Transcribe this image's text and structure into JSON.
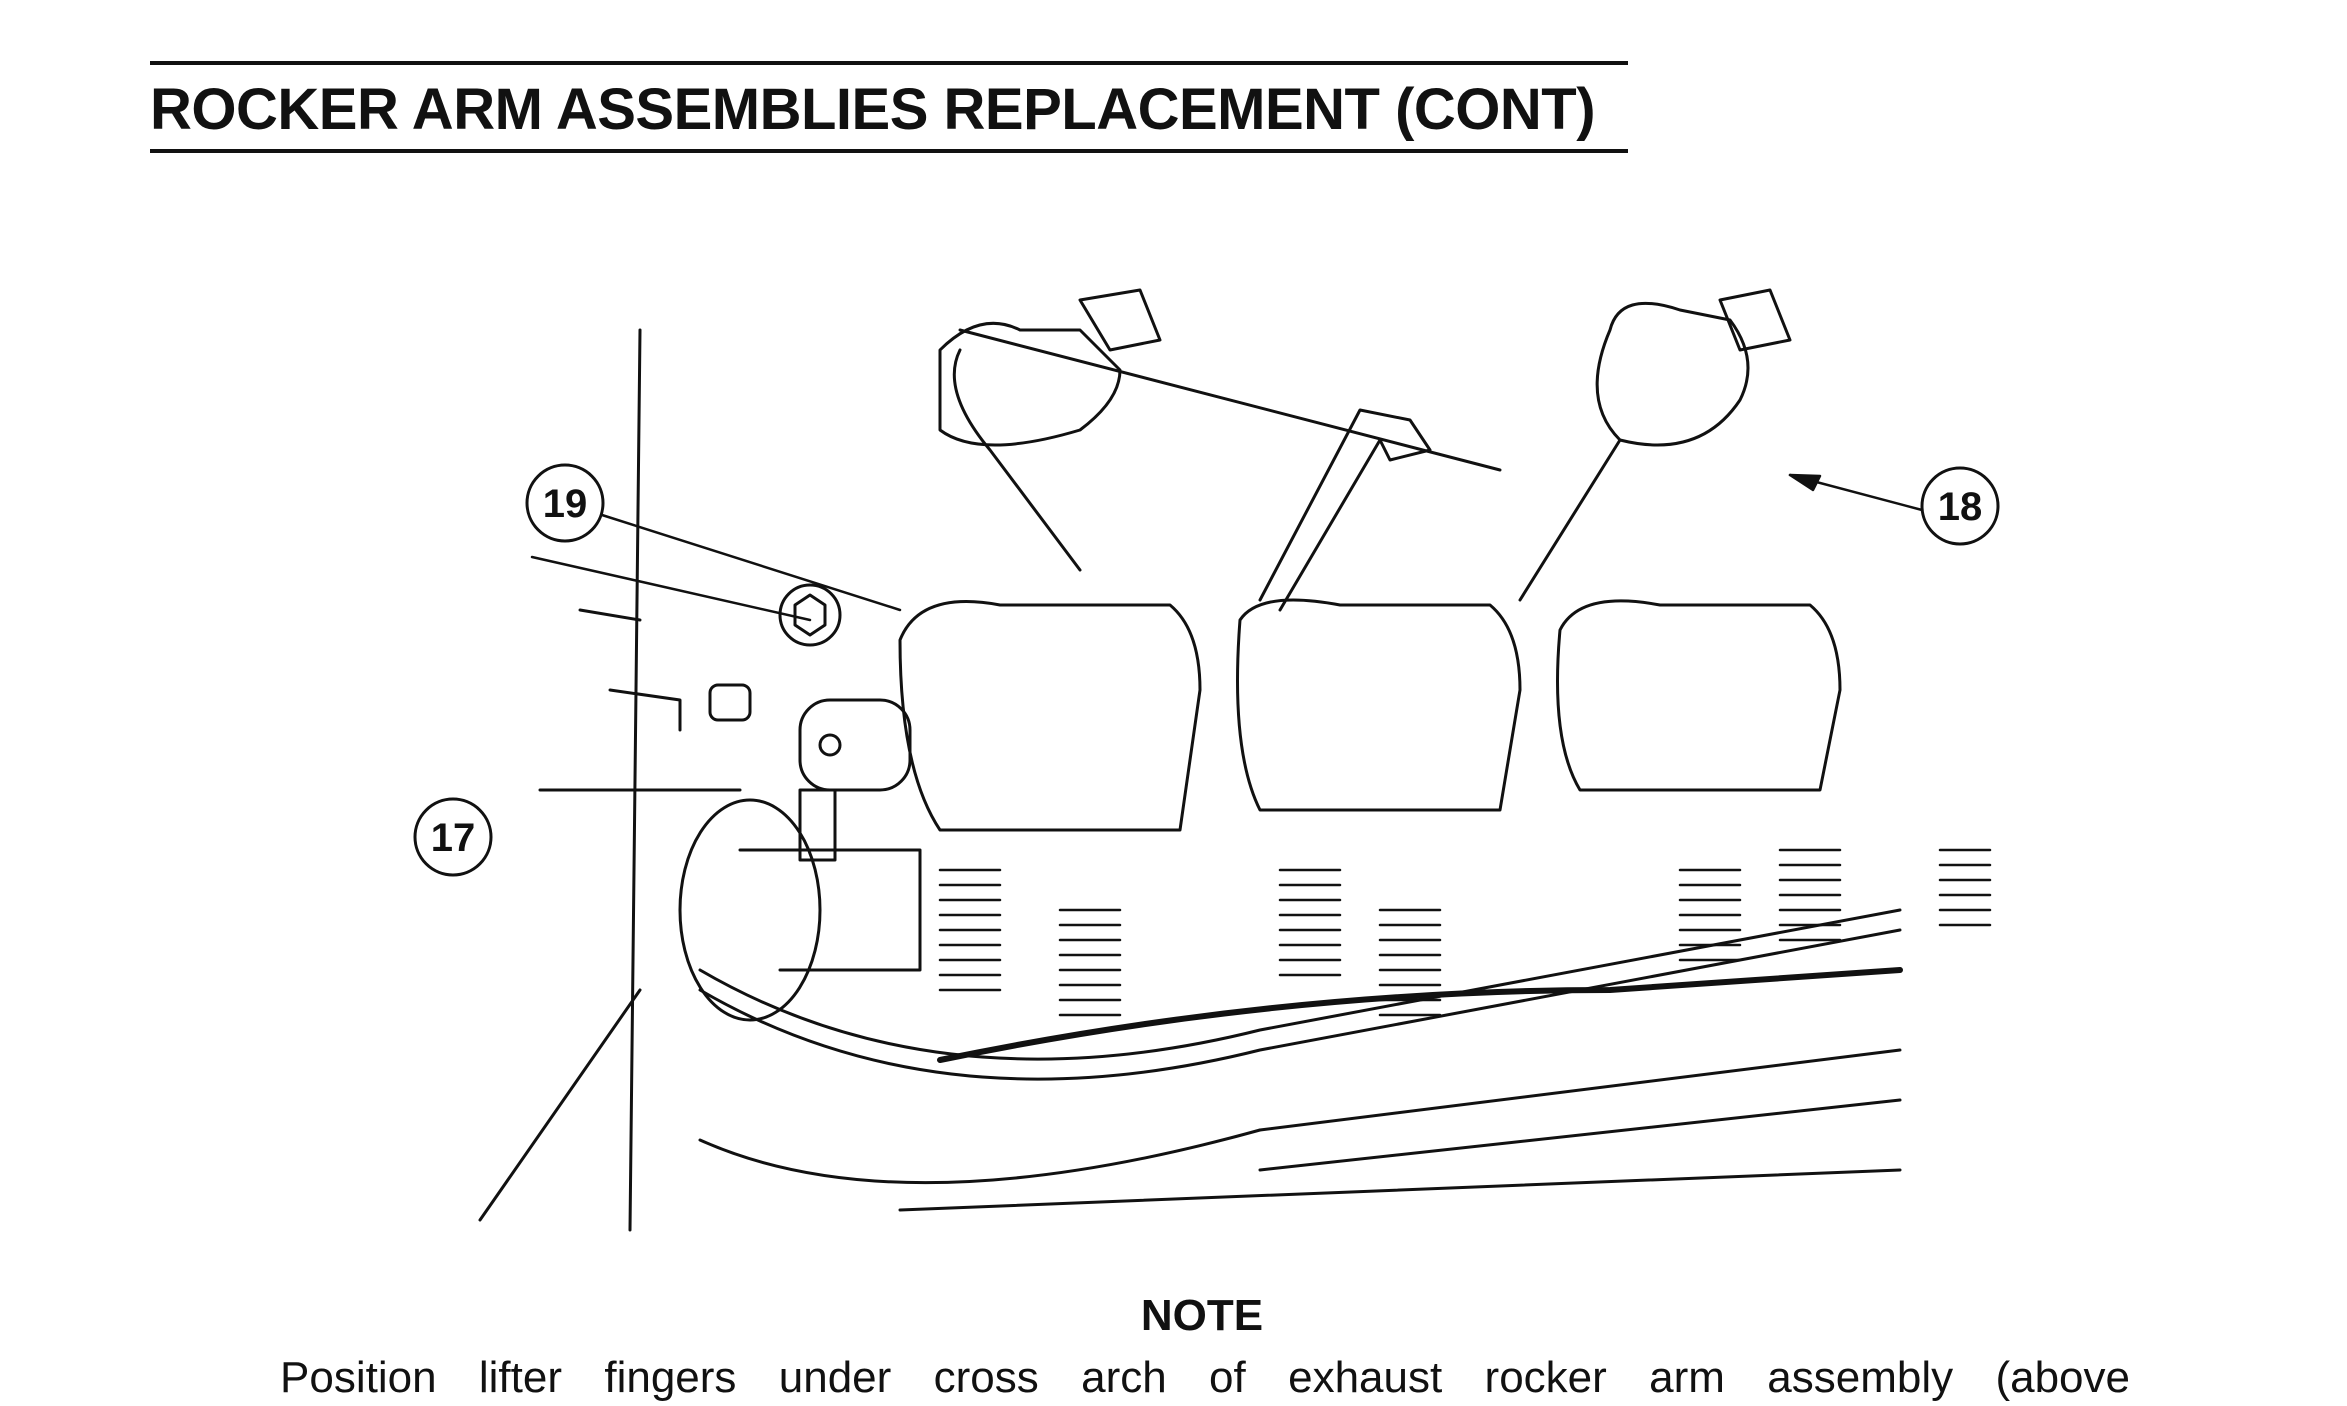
{
  "header": {
    "title": "ROCKER ARM ASSEMBLIES REPLACEMENT (CONT)"
  },
  "figure": {
    "callouts": [
      "19",
      "17",
      "18"
    ]
  },
  "note": {
    "heading": "NOTE",
    "text": "Position lifter fingers under cross arch of exhaust rocker arm assembly (above"
  }
}
